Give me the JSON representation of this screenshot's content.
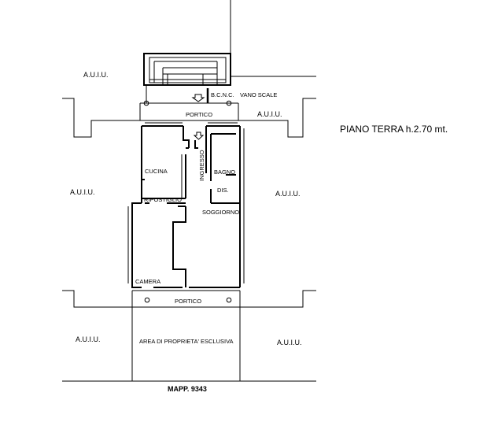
{
  "title": "PIANO TERRA  h.2.70 mt.",
  "mapp": "MAPP. 9343",
  "aux": {
    "nw": "A.U.I.U.",
    "ne": "A.U.I.U.",
    "w": "A.U.I.U.",
    "e": "A.U.I.U.",
    "sw": "A.U.I.U.",
    "se": "A.U.I.U."
  },
  "rooms": {
    "bcnc": "B.C.N.C.",
    "vano_scale": "VANO SCALE",
    "portico_top": "PORTICO",
    "ingresso": "INGRESSO",
    "cucina": "CUCINA",
    "bagno": "BAGNO",
    "dis": "DIS.",
    "ripostiglio": "RIPOSTIGLIO",
    "soggiorno": "SOGGIORNO",
    "camera": "CAMERA",
    "portico_bottom": "PORTICO",
    "area": "AREA DI PROPRIETA' ESCLUSIVA"
  }
}
